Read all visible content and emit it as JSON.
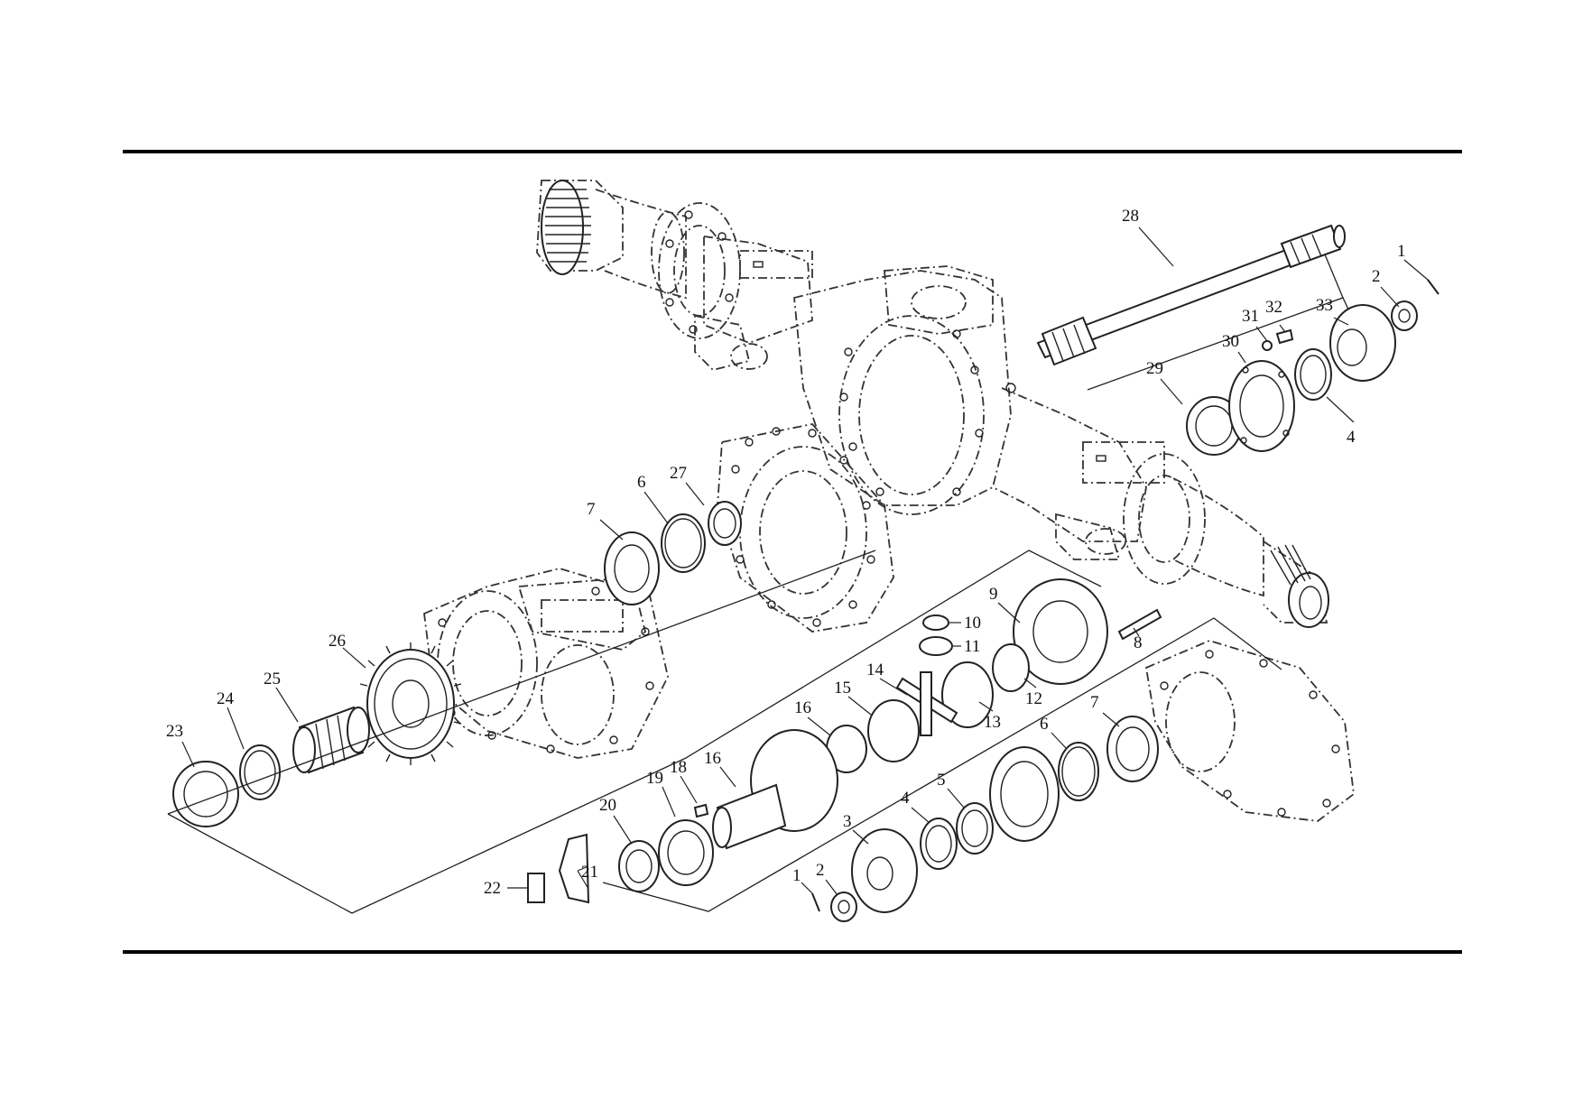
{
  "diagram": {
    "callouts": [
      {
        "id": "c1a",
        "text": "1"
      },
      {
        "id": "c2a",
        "text": "2"
      },
      {
        "id": "c28",
        "text": "28"
      },
      {
        "id": "c31",
        "text": "31"
      },
      {
        "id": "c32",
        "text": "32"
      },
      {
        "id": "c33",
        "text": "33"
      },
      {
        "id": "c30",
        "text": "30"
      },
      {
        "id": "c29",
        "text": "29"
      },
      {
        "id": "c4a",
        "text": "4"
      },
      {
        "id": "c27",
        "text": "27"
      },
      {
        "id": "c6a",
        "text": "6"
      },
      {
        "id": "c7a",
        "text": "7"
      },
      {
        "id": "c26",
        "text": "26"
      },
      {
        "id": "c25",
        "text": "25"
      },
      {
        "id": "c24",
        "text": "24"
      },
      {
        "id": "c23",
        "text": "23"
      },
      {
        "id": "c9",
        "text": "9"
      },
      {
        "id": "c10",
        "text": "10"
      },
      {
        "id": "c11",
        "text": "11"
      },
      {
        "id": "c8",
        "text": "8"
      },
      {
        "id": "c12",
        "text": "12"
      },
      {
        "id": "c13",
        "text": "13"
      },
      {
        "id": "c14",
        "text": "14"
      },
      {
        "id": "c15",
        "text": "15"
      },
      {
        "id": "c16a",
        "text": "16"
      },
      {
        "id": "c16b",
        "text": "16"
      },
      {
        "id": "c18",
        "text": "18"
      },
      {
        "id": "c19",
        "text": "19"
      },
      {
        "id": "c20",
        "text": "20"
      },
      {
        "id": "c21",
        "text": "21"
      },
      {
        "id": "c22",
        "text": "22"
      },
      {
        "id": "c7b",
        "text": "7"
      },
      {
        "id": "c6b",
        "text": "6"
      },
      {
        "id": "c5",
        "text": "5"
      },
      {
        "id": "c4b",
        "text": "4"
      },
      {
        "id": "c3",
        "text": "3"
      },
      {
        "id": "c2b",
        "text": "2"
      },
      {
        "id": "c1b",
        "text": "1"
      }
    ]
  }
}
